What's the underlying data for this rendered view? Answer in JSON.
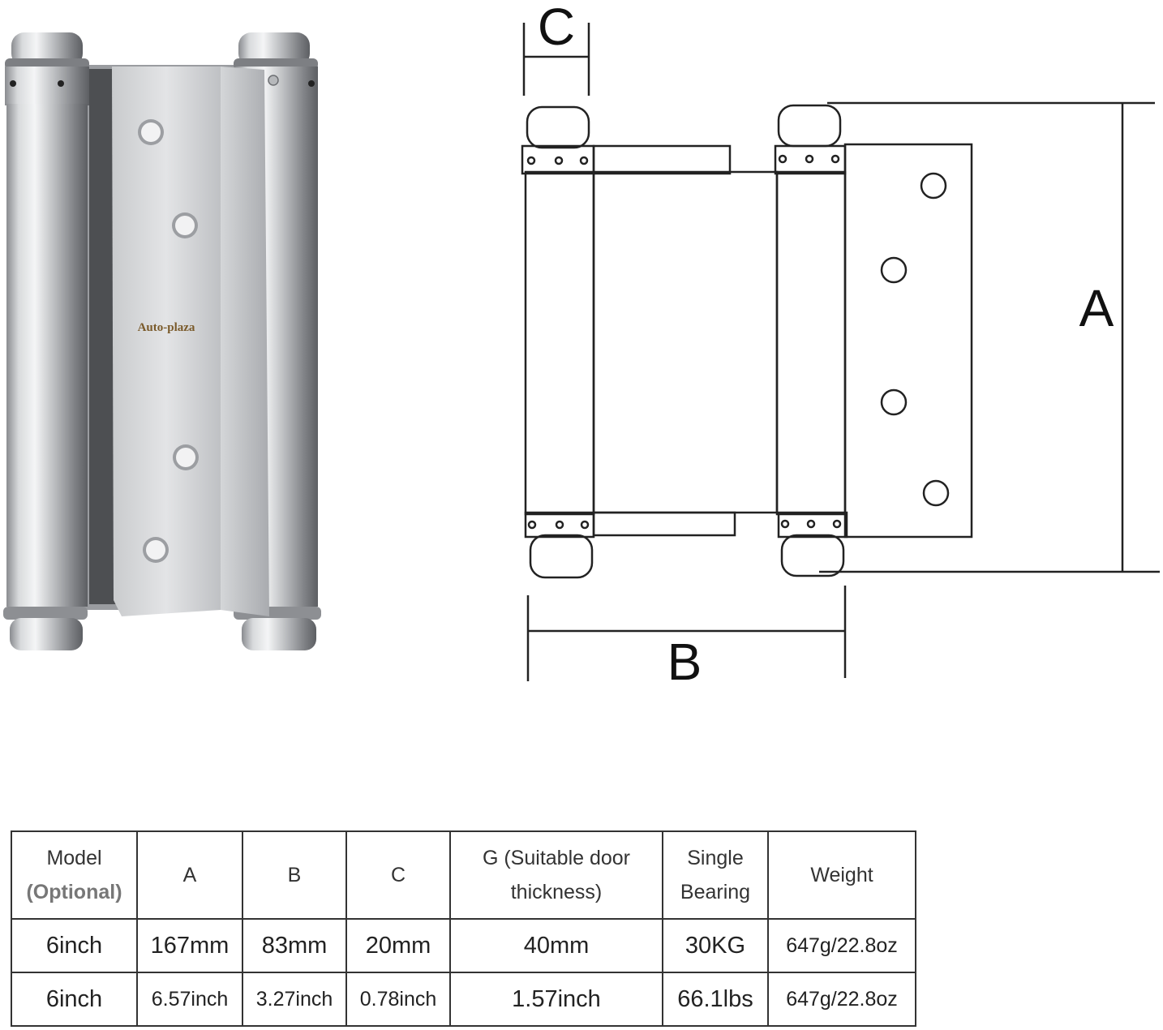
{
  "product_photo": {
    "engraving": "Auto-plaza"
  },
  "drawing": {
    "dim_labels": {
      "a": "A",
      "b": "B",
      "c": "C"
    }
  },
  "spec_table": {
    "headers": {
      "model_line1": "Model",
      "model_line2": "(Optional)",
      "a": "A",
      "b": "B",
      "c": "C",
      "g_line1": "G (Suitable door",
      "g_line2": "thickness)",
      "bearing_line1": "Single",
      "bearing_line2": "Bearing",
      "weight": "Weight"
    },
    "rows": [
      [
        "6inch",
        "167mm",
        "83mm",
        "20mm",
        "40mm",
        "30KG",
        "647g/22.8oz"
      ],
      [
        "6inch",
        "6.57inch",
        "3.27inch",
        "0.78inch",
        "1.57inch",
        "66.1lbs",
        "647g/22.8oz"
      ]
    ]
  }
}
